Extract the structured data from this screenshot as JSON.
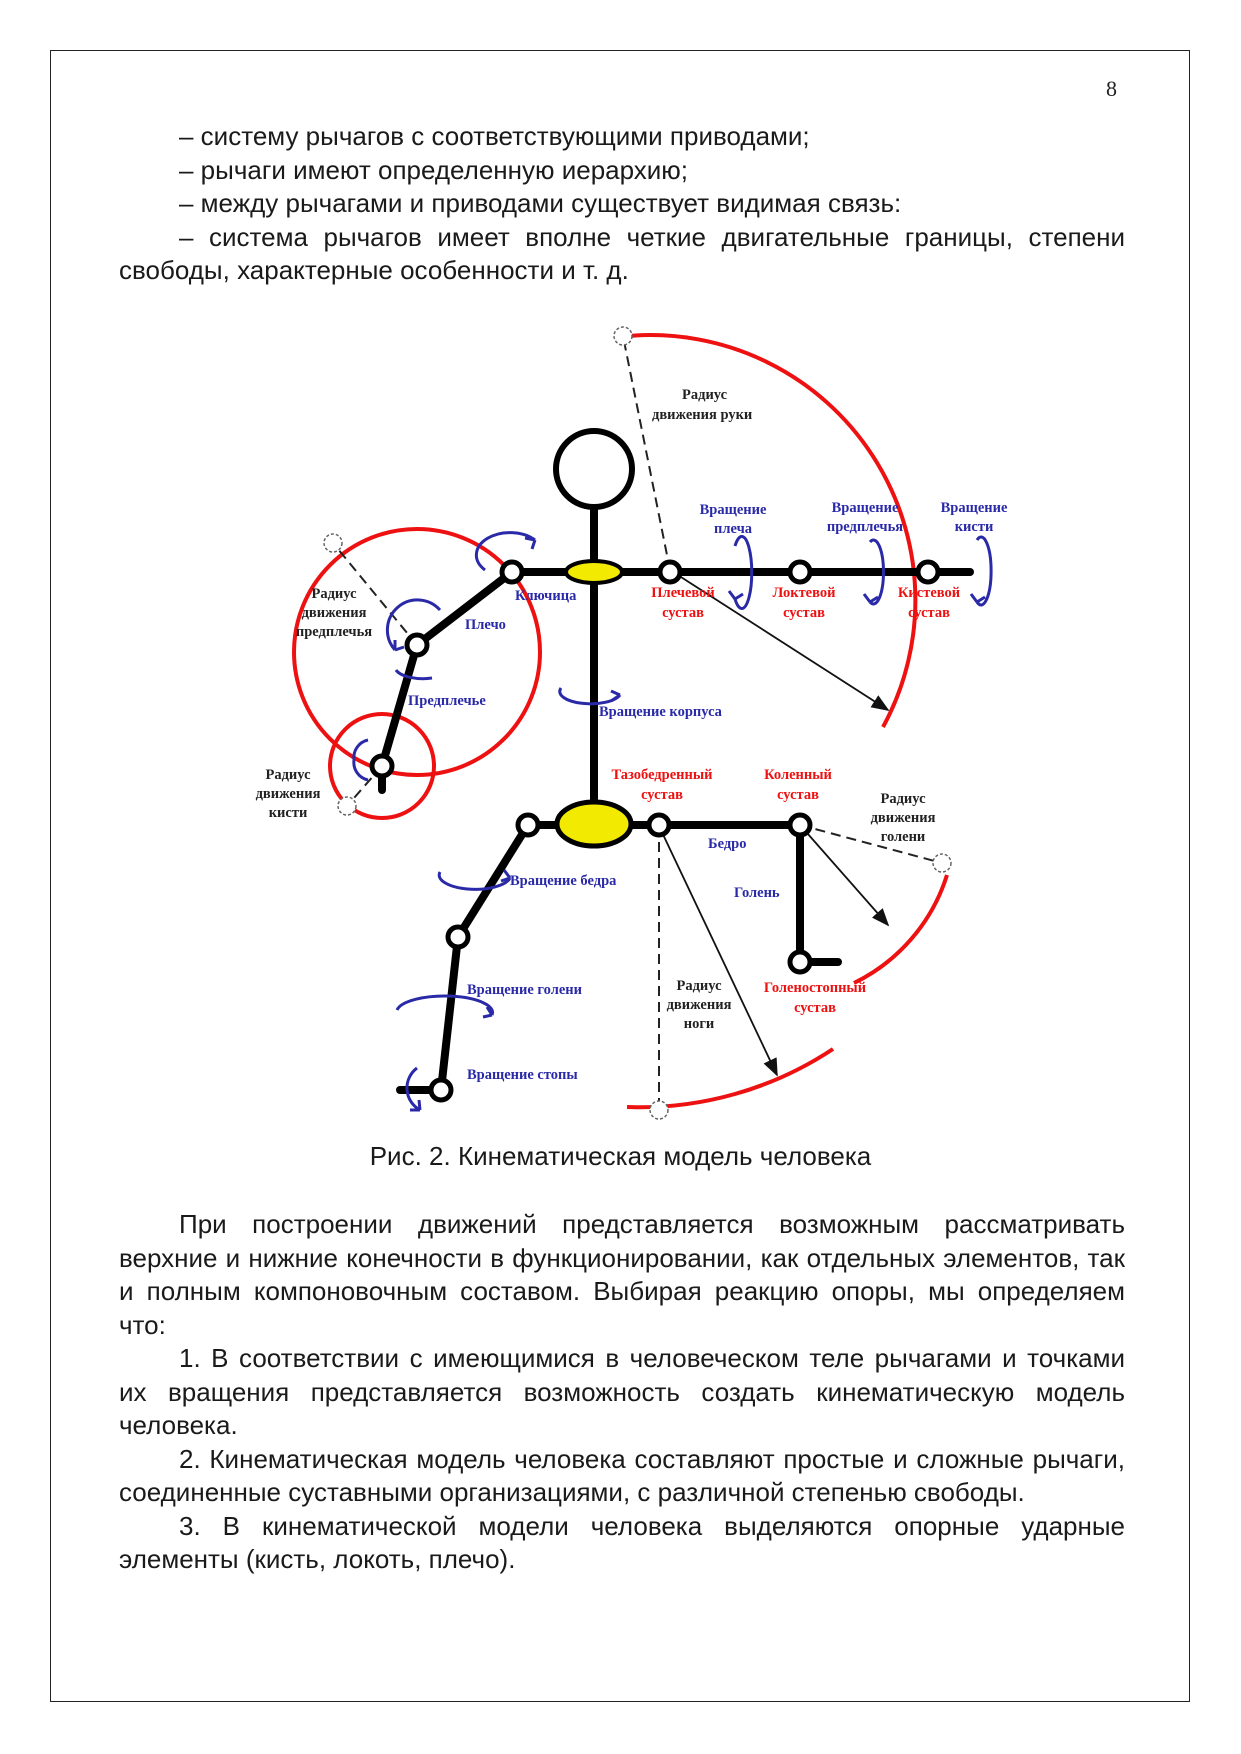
{
  "page_number": "8",
  "intro_items": [
    "– систему рычагов с соответствующими приводами;",
    "– рычаги имеют определенную иерархию;",
    "– между рычагами и приводами существует видимая связь:",
    "– система рычагов имеет вполне четкие двигательные границы, степени свободы, характерные особенности и т. д."
  ],
  "figure": {
    "caption": "Рис. 2. Кинематическая модель человека",
    "labels": {
      "arm_radius_1": "Радиус",
      "arm_radius_2": "движения руки",
      "shoulder_rot_1": "Вращение",
      "shoulder_rot_2": "плеча",
      "forearm_rot_1": "Вращение",
      "forearm_rot_2": "предплечья",
      "hand_rot_1": "Вращение",
      "hand_rot_2": "кисти",
      "shoulder_joint_1": "Плечевой",
      "shoulder_joint_2": "сустав",
      "elbow_joint_1": "Локтевой",
      "elbow_joint_2": "сустав",
      "wrist_joint_1": "Кистевой",
      "wrist_joint_2": "сустав",
      "clavicle": "Ключица",
      "forearm_radius_1": "Радиус",
      "forearm_radius_2": "движения",
      "forearm_radius_3": "предплечья",
      "upper_arm": "Плечо",
      "forearm": "Предплечье",
      "torso_rot": "Вращение корпуса",
      "hand_radius_1": "Радиус",
      "hand_radius_2": "движения",
      "hand_radius_3": "кисти",
      "hip_joint_1": "Тазобедренный",
      "hip_joint_2": "сустав",
      "knee_joint_1": "Коленный",
      "knee_joint_2": "сустав",
      "shin_radius_1": "Радиус",
      "shin_radius_2": "движения",
      "shin_radius_3": "голени",
      "thigh": "Бедро",
      "shin": "Голень",
      "thigh_rot": "Вращение бедра",
      "shin_rot": "Вращение голени",
      "foot_rot": "Вращение стопы",
      "leg_radius_1": "Радиус",
      "leg_radius_2": "движения",
      "leg_radius_3": "ноги",
      "ankle_joint_1": "Голеностопный",
      "ankle_joint_2": "сустав"
    }
  },
  "body_paragraph": "При построении движений представляется возможным рассматривать верхние и нижние конечности в функционировании, как отдельных элементов, так и полным компоновочным составом. Выбирая реакцию опоры, мы определяем что:",
  "numbered_items": [
    "1. В соответствии с имеющимися в человеческом теле рычагами и точками их вращения представляется возможность создать кинематическую модель человека.",
    "2. Кинематическая модель человека составляют простые и сложные рычаги, соединенные суставными организациями, с различной степенью свободы.",
    "3. В кинематической модели человека выделяются опорные ударные элементы (кисть, локоть, плечо)."
  ],
  "colors": {
    "red": "#ee1111",
    "blue": "#2a2aa8",
    "yellow": "#f2ea00",
    "black": "#000000"
  }
}
